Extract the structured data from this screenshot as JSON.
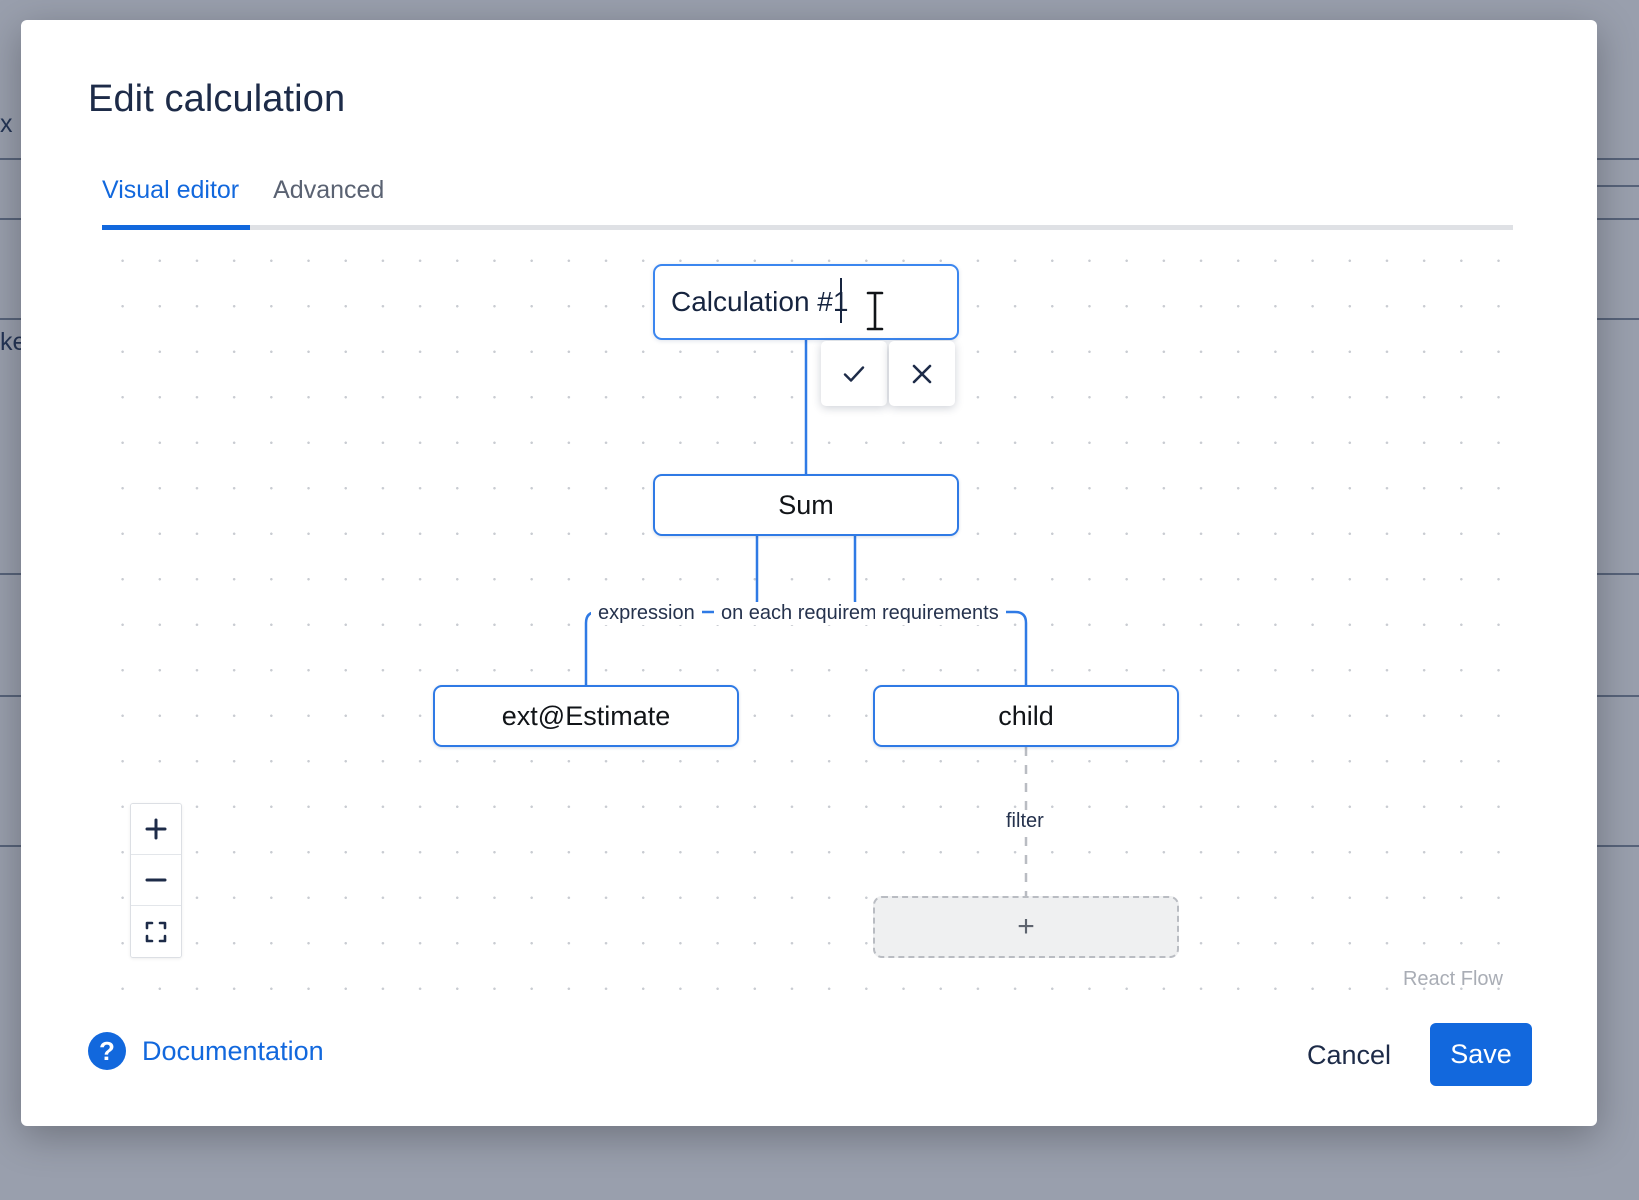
{
  "background": {
    "fragment_x": "x",
    "fragment_ke": "ke"
  },
  "modal": {
    "title": "Edit calculation",
    "tabs": [
      {
        "label": "Visual editor",
        "active": true
      },
      {
        "label": "Advanced",
        "active": false
      }
    ]
  },
  "flow": {
    "root_input": {
      "value": "Calculation #1",
      "placeholder": "Calculation #1"
    },
    "edit_actions": {
      "confirm_label": "confirm",
      "cancel_label": "cancel"
    },
    "nodes": {
      "sum": "Sum",
      "expression": "ext@Estimate",
      "child": "child",
      "placeholder_glyph": "+"
    },
    "edge_labels": {
      "on_each_requirement": "on each requirement",
      "expression": "expression",
      "requirements": "requirements",
      "filter": "filter"
    },
    "controls": {
      "zoom_in": "+",
      "zoom_out": "−",
      "fit_view": "fit view"
    },
    "attribution": "React Flow"
  },
  "footer": {
    "documentation": "Documentation",
    "help_glyph": "?",
    "cancel": "Cancel",
    "save": "Save"
  },
  "colors": {
    "accent": "#1268dd",
    "node_border": "#2f7ae5",
    "text_dark": "#1d2b48",
    "scrim": "#2a3852"
  }
}
